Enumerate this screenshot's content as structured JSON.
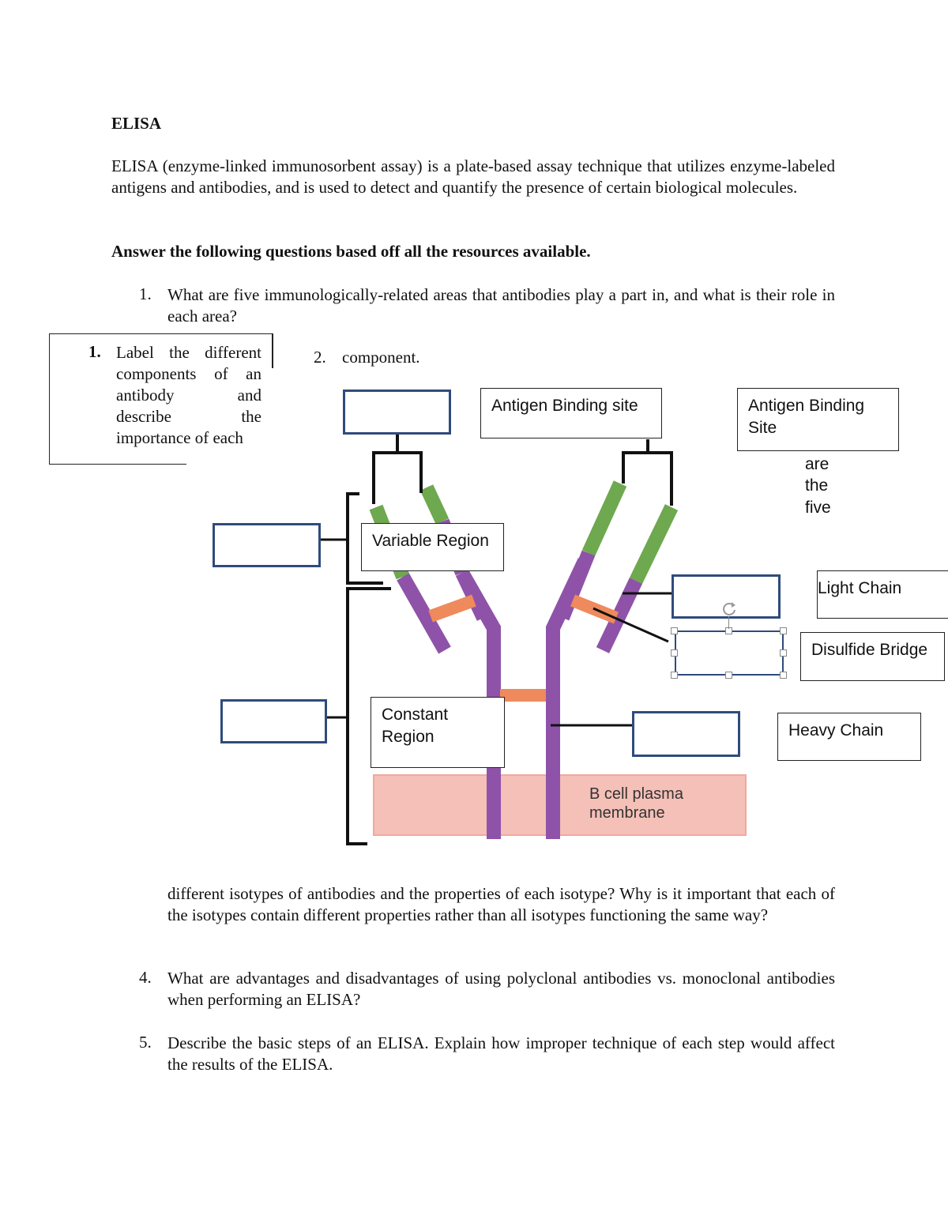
{
  "doc": {
    "title": "ELISA",
    "intro": "ELISA (enzyme-linked immunosorbent assay) is a plate-based assay technique that utilizes enzyme-labeled antigens and antibodies, and is used to detect and quantify the presence of certain biological molecules.",
    "instruction": "Answer the following questions based off all the resources available.",
    "q1": {
      "num": "1.",
      "text": "What are five immunologically-related areas that antibodies play a part in, and what is their role in each area?"
    },
    "callout": {
      "num": "1.",
      "text": "Label the different components of an antibody and describe the importance of each"
    },
    "q2_fragment": {
      "num": "2.",
      "text": "component."
    },
    "q3_overflow": [
      "are",
      "the",
      "five"
    ],
    "q3_rest": "different isotypes of antibodies and the properties of each isotype? Why is it important that each of the isotypes contain different properties rather than all isotypes functioning the same way?",
    "q4": {
      "num": "4.",
      "text": "What are advantages and disadvantages of using polyclonal antibodies vs. monoclonal antibodies when performing an ELISA?"
    },
    "q5": {
      "num": "5.",
      "text": "Describe the basic steps of an ELISA. Explain how improper technique of each step would affect the results of the ELISA."
    }
  },
  "diagram": {
    "labels": {
      "antigen_binding_site": "Antigen Binding site",
      "antigen_binding_site_2": "Antigen Binding Site",
      "variable_region": "Variable Region",
      "light_chain": "Light Chain",
      "disulfide_bridge": "Disulfide Bridge",
      "constant_region": "Constant Region",
      "heavy_chain": "Heavy Chain"
    },
    "membrane_label": "B cell plasma membrane",
    "colors": {
      "heavy_chain": "#8e53a8",
      "variable_tip": "#6ea84f",
      "disulfide": "#ee8a5c",
      "membrane": "#f4c0b7",
      "blank_box_border": "#2f4b7c"
    }
  }
}
